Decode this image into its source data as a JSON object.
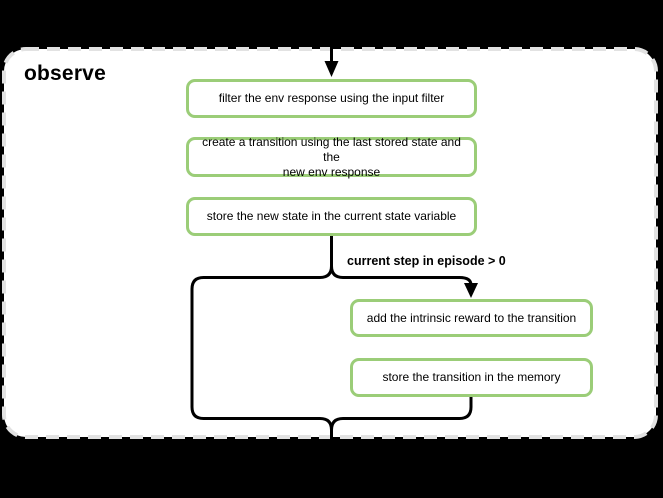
{
  "title": "observe",
  "condition": "current step in episode > 0",
  "steps": {
    "filter": "filter the env response using the input filter",
    "create_transition": "create a transition using the last stored state and the\nnew env response",
    "store_state": "store the new state in the current state variable",
    "add_reward": "add the intrinsic reward to the transition",
    "store_transition": "store the transition in the memory"
  },
  "colors": {
    "background": "#000000",
    "panel_fill": "#ffffff",
    "panel_border": "#e2e2e2",
    "node_border": "#9bcd78",
    "connector": "#000000",
    "text": "#000000"
  }
}
